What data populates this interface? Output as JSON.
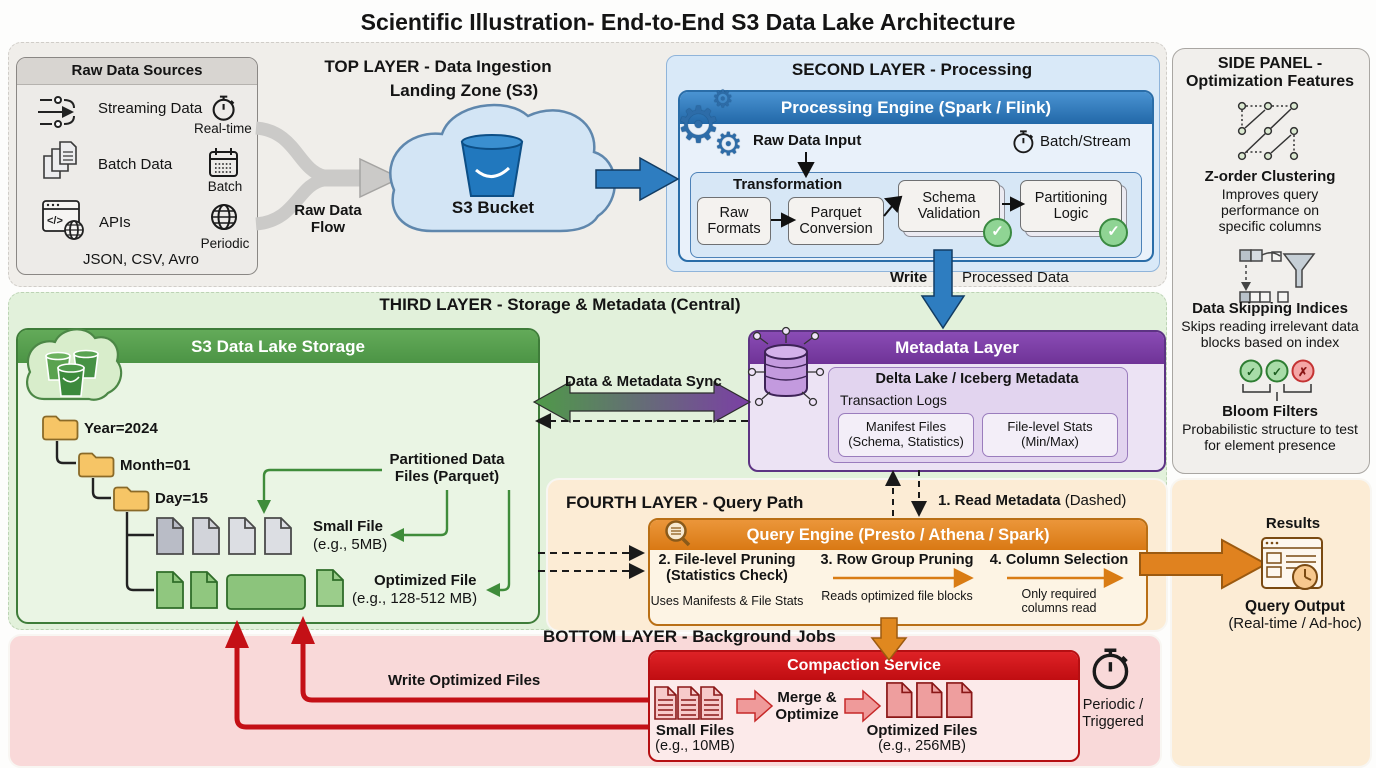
{
  "title": "Scientific Illustration- End-to-End S3 Data Lake Architecture",
  "top_layer": {
    "heading1": "TOP LAYER - Data Ingestion",
    "heading2": "Landing Zone (S3)",
    "raw_sources": {
      "title": "Raw Data Sources",
      "items": [
        {
          "label": "Streaming Data",
          "mode": "Real-time",
          "icon": "stream-icon",
          "mode_icon": "stopwatch-icon"
        },
        {
          "label": "Batch Data",
          "mode": "Batch",
          "icon": "documents-icon",
          "mode_icon": "calendar-icon"
        },
        {
          "label": "APIs",
          "mode": "Periodic",
          "icon": "api-icon",
          "mode_icon": "globe-icon"
        }
      ],
      "formats": "JSON, CSV, Avro"
    },
    "flow_label": "Raw Data Flow",
    "bucket_label": "S3 Bucket"
  },
  "second_layer": {
    "heading": "SECOND LAYER - Processing",
    "engine_title": "Processing Engine (Spark / Flink)",
    "input_label": "Raw Data Input",
    "mode_label": "Batch/Stream",
    "transformation": {
      "title": "Transformation",
      "steps": [
        "Raw Formats",
        "Parquet Conversion",
        "Schema Validation",
        "Partitioning Logic"
      ]
    },
    "write_label": "Write",
    "processed_label": "Processed Data"
  },
  "third_layer": {
    "heading": "THIRD LAYER - Storage & Metadata (Central)",
    "storage": {
      "title": "S3 Data Lake Storage",
      "partitions": [
        "Year=2024",
        "Month=01",
        "Day=15"
      ],
      "partitioned_label": "Partitioned Data Files (Parquet)",
      "small_file": {
        "label": "Small File",
        "size": "(e.g., 5MB)"
      },
      "optimized_file": {
        "label": "Optimized File",
        "size": "(e.g., 128-512 MB)"
      }
    },
    "sync_label": "Data & Metadata Sync",
    "metadata": {
      "title": "Metadata Layer",
      "subtitle": "Delta Lake / Iceberg Metadata",
      "logs": "Transaction Logs",
      "manifest": "Manifest Files (Schema, Statistics)",
      "stats": "File-level Stats (Min/Max)"
    }
  },
  "fourth_layer": {
    "heading": "FOURTH LAYER - Query Path",
    "read_metadata": "1. Read Metadata",
    "read_metadata_note": "(Dashed)",
    "engine_title": "Query Engine (Presto / Athena / Spark)",
    "steps": [
      {
        "title": "2. File-level Pruning",
        "subtitle": "(Statistics Check)",
        "note": "Uses Manifests & File Stats"
      },
      {
        "title": "3. Row Group Pruning",
        "subtitle": "",
        "note": "Reads optimized file blocks"
      },
      {
        "title": "4. Column Selection",
        "subtitle": "",
        "note": "Only required columns read"
      }
    ],
    "results_label": "Results",
    "output_label": "Query Output",
    "output_note": "(Real-time / Ad-hoc)"
  },
  "bottom_layer": {
    "heading": "BOTTOM LAYER - Background Jobs",
    "compaction": {
      "title": "Compaction Service",
      "small_files": {
        "label": "Small Files",
        "size": "(e.g., 10MB)"
      },
      "merge_label": "Merge & Optimize",
      "optimized_files": {
        "label": "Optimized Files",
        "size": "(e.g., 256MB)"
      }
    },
    "trigger_label": "Periodic / Triggered",
    "write_label": "Write Optimized Files"
  },
  "side_panel": {
    "heading1": "SIDE PANEL -",
    "heading2": "Optimization Features",
    "features": [
      {
        "name": "Z-order Clustering",
        "description": "Improves query performance on specific columns",
        "icon": "z-order-icon"
      },
      {
        "name": "Data Skipping Indices",
        "description": "Skips reading irrelevant data blocks based on index",
        "icon": "data-skip-funnel-icon"
      },
      {
        "name": "Bloom Filters",
        "description": "Probabilistic structure to test for element presence",
        "icon": "bloom-filter-icon"
      }
    ]
  },
  "colors": {
    "blue_accent": "#2e7dc0",
    "green_accent": "#4f9a48",
    "purple_accent": "#7b3fa5",
    "orange_accent": "#e0821f",
    "red_accent": "#c41016"
  }
}
